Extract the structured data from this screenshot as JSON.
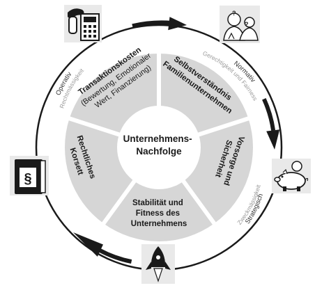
{
  "colors": {
    "outer_ring": "#ffffff",
    "segment_fill": "#d6d6d6",
    "separator": "#ffffff",
    "center_fill": "#ffffff",
    "arrow": "#1a1a1a",
    "ring_outline": "#1a1a1a"
  },
  "center": {
    "line1": "Unternehmens-",
    "line2": "Nachfolge"
  },
  "segments": [
    {
      "lines": [
        "Selbstverständnis",
        "Familienunternehmen"
      ]
    },
    {
      "lines": [
        "Vorsorge und",
        "Sicherheit"
      ]
    },
    {
      "lines": [
        "Stabilität und",
        "Fitness des",
        "Unternehmens"
      ]
    },
    {
      "lines": [
        "Rechtliches",
        "Korsett"
      ]
    },
    {
      "lines": [
        "Transaktionskosten",
        "(Bewertung, Emotionaler",
        "Wert, Finanzierung)"
      ]
    }
  ],
  "ring_labels": [
    {
      "head": "Normativ",
      "sub": "Gerechtigkeit und Fairness"
    },
    {
      "head": "Strategisch",
      "sub": "Zweckmässigkeit"
    },
    {
      "head": "Operativ",
      "sub": "Rechtmässigkeit"
    }
  ],
  "icons": [
    {
      "name": "phone-calculator-icon"
    },
    {
      "name": "thinking-person-icon"
    },
    {
      "name": "piggy-bank-icon"
    },
    {
      "name": "rocket-icon"
    },
    {
      "name": "law-book-icon",
      "glyph": "§"
    }
  ]
}
